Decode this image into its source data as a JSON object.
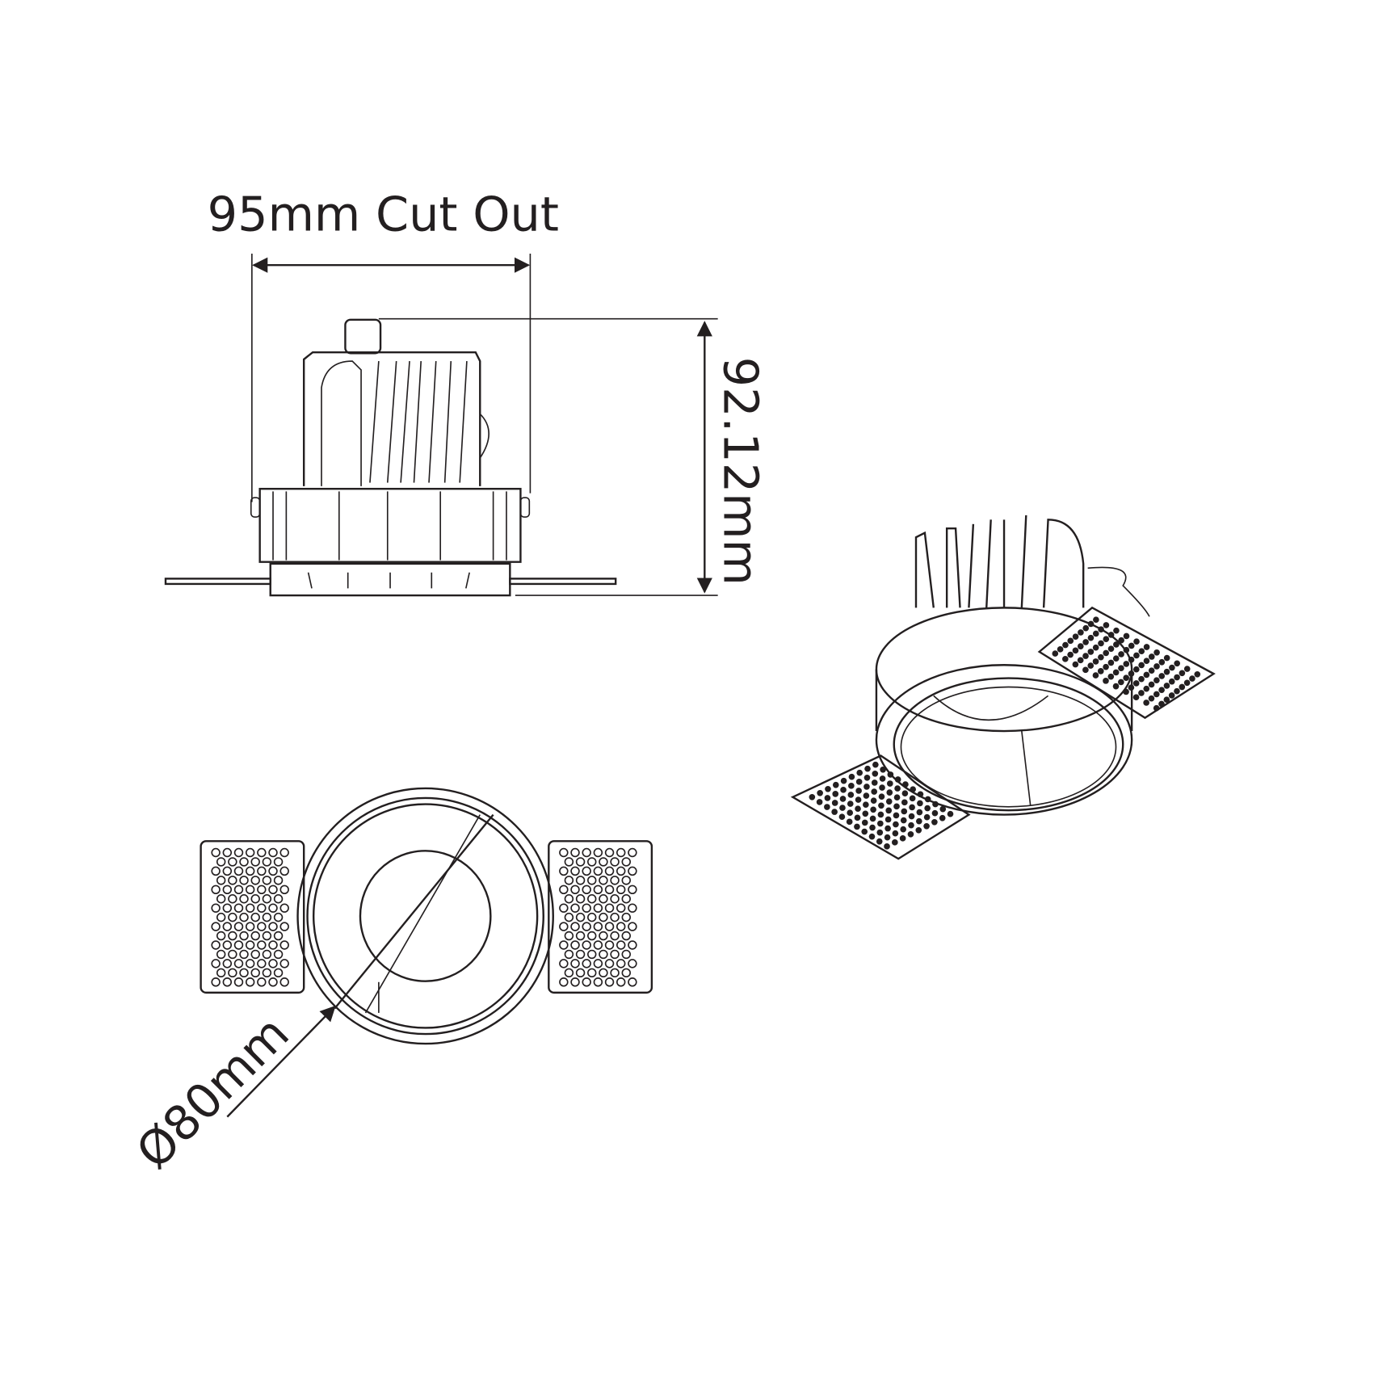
{
  "labels": {
    "cut_out": "95mm Cut Out",
    "height": "92.12mm",
    "diameter": "Ø80mm"
  },
  "colors": {
    "line": "#231f20",
    "background": "#ffffff"
  }
}
